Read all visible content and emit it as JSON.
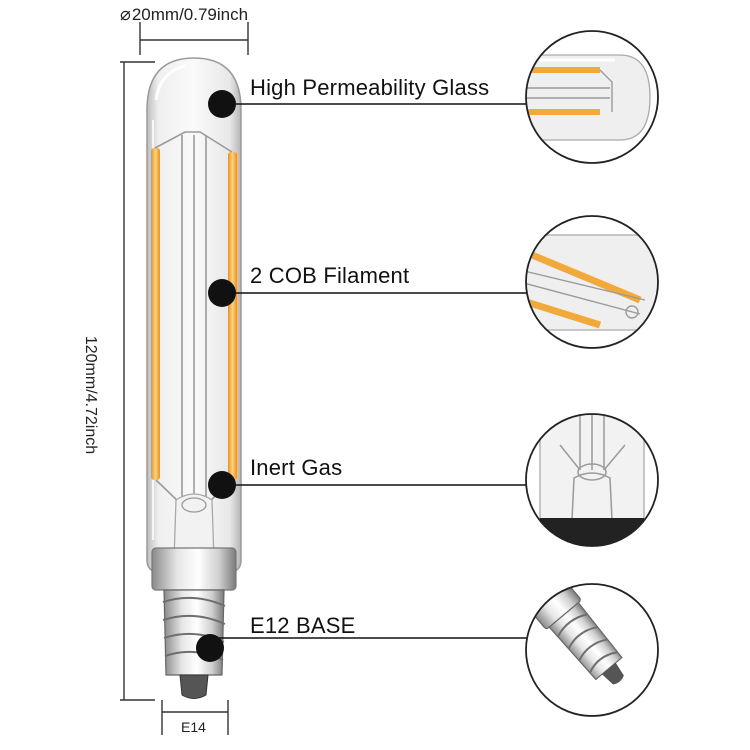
{
  "dimensions": {
    "diameter_label": "20mm/0.79inch",
    "diameter_symbol": "⌀",
    "length_label": "120mm/4.72inch",
    "base_label": "E14"
  },
  "callouts": [
    {
      "label": "High Permeability Glass",
      "detail": "glass-tip-closeup"
    },
    {
      "label": "2 COB Filament",
      "detail": "filament-closeup"
    },
    {
      "label": "Inert Gas",
      "detail": "gas-stem-closeup"
    },
    {
      "label": "E12 BASE",
      "detail": "screw-base-closeup"
    }
  ],
  "colors": {
    "filament": "#f2a93b",
    "line": "#111111",
    "glass": "#e9e9e9",
    "metal": "#b9b9b9"
  }
}
